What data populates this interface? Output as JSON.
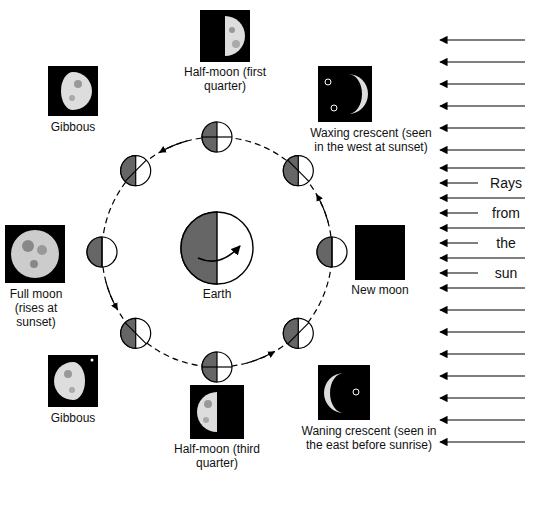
{
  "diagram": {
    "nodes": [
      {
        "text": [
          "Half-moon (first quarter)"
        ]
      },
      {
        "text": [
          "Gibbous"
        ]
      },
      {
        "text": [
          "Waxing crescent (seen in the west at sunset)"
        ]
      },
      {
        "text": [
          "Full moon (rises at sunset)"
        ]
      },
      {
        "text": [
          "Earth"
        ]
      },
      {
        "text": [
          "New moon"
        ]
      },
      {
        "text": [
          "Gibbous"
        ]
      },
      {
        "text": [
          "Half-moon (third quarter)"
        ]
      },
      {
        "text": [
          "Waning crescent (seen in the east before sunrise)"
        ]
      }
    ],
    "labels": [
      "Rays",
      "from",
      "the",
      "sun"
    ]
  }
}
